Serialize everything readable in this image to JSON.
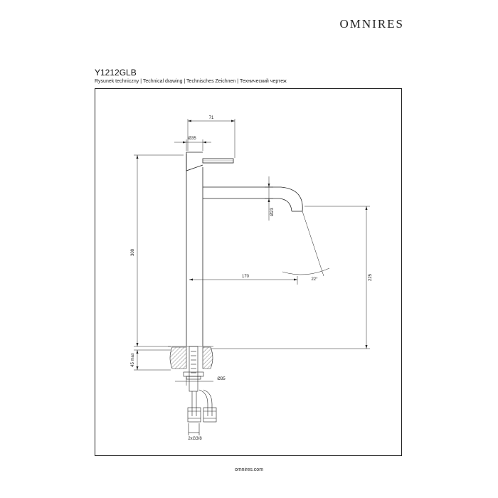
{
  "header": {
    "brand": "OMNIRES"
  },
  "title": {
    "model": "Y1212GLB",
    "subtitle": "Rysunek techniczny | Technical drawing | Technisches Zeichnen | Технический чертеж"
  },
  "drawing": {
    "dimensions": {
      "handle_length": "71",
      "body_diameter": "Ø35",
      "total_height": "308",
      "spout_diameter": "Ø23",
      "spout_reach": "170",
      "spout_angle": "22°",
      "spout_height": "225",
      "deck_thickness": "45 max",
      "base_diameter": "Ø35",
      "connection": "2xG3/8"
    }
  },
  "footer": {
    "website": "omnires.com"
  }
}
